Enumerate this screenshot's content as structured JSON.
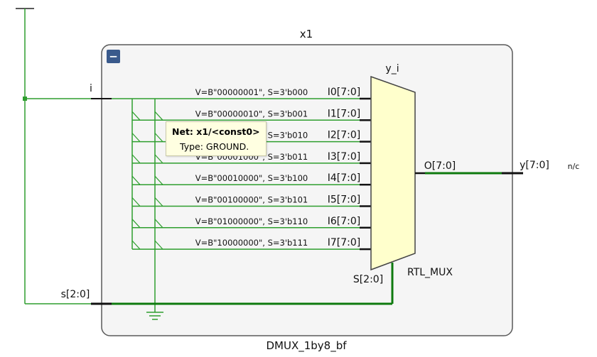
{
  "instance": {
    "name": "x1",
    "module": "DMUX_1by8_bf",
    "collapse_glyph": "−"
  },
  "mux": {
    "name": "y_i",
    "type": "RTL_MUX",
    "select_pin": "S[2:0]",
    "output_pin": "O[7:0]",
    "inputs": [
      {
        "pin": "I0[7:0]",
        "constant": "V=B\"00000001\", S=3'b000"
      },
      {
        "pin": "I1[7:0]",
        "constant": "V=B\"00000010\", S=3'b001"
      },
      {
        "pin": "I2[7:0]",
        "constant": "V=B\"00000100\", S=3'b010"
      },
      {
        "pin": "I3[7:0]",
        "constant": "V=B\"00001000\", S=3'b011"
      },
      {
        "pin": "I4[7:0]",
        "constant": "V=B\"00010000\", S=3'b100"
      },
      {
        "pin": "I5[7:0]",
        "constant": "V=B\"00100000\", S=3'b101"
      },
      {
        "pin": "I6[7:0]",
        "constant": "V=B\"01000000\", S=3'b110"
      },
      {
        "pin": "I7[7:0]",
        "constant": "V=B\"10000000\", S=3'b111"
      }
    ]
  },
  "ports": {
    "in_i": "i",
    "in_s": "s[2:0]",
    "out_y": "y[7:0]",
    "out_note": "n/c"
  },
  "tooltip": {
    "title": "Net: x1/<const0>",
    "type": "Type: GROUND."
  },
  "colors": {
    "wire": "#2e9e2e",
    "bus": "#0e7a0e",
    "box_fill": "#f5f5f5",
    "box_stroke": "#5a5a5a",
    "mux_fill": "#ffffcc",
    "collapse_btn": "#3a5a8c"
  }
}
